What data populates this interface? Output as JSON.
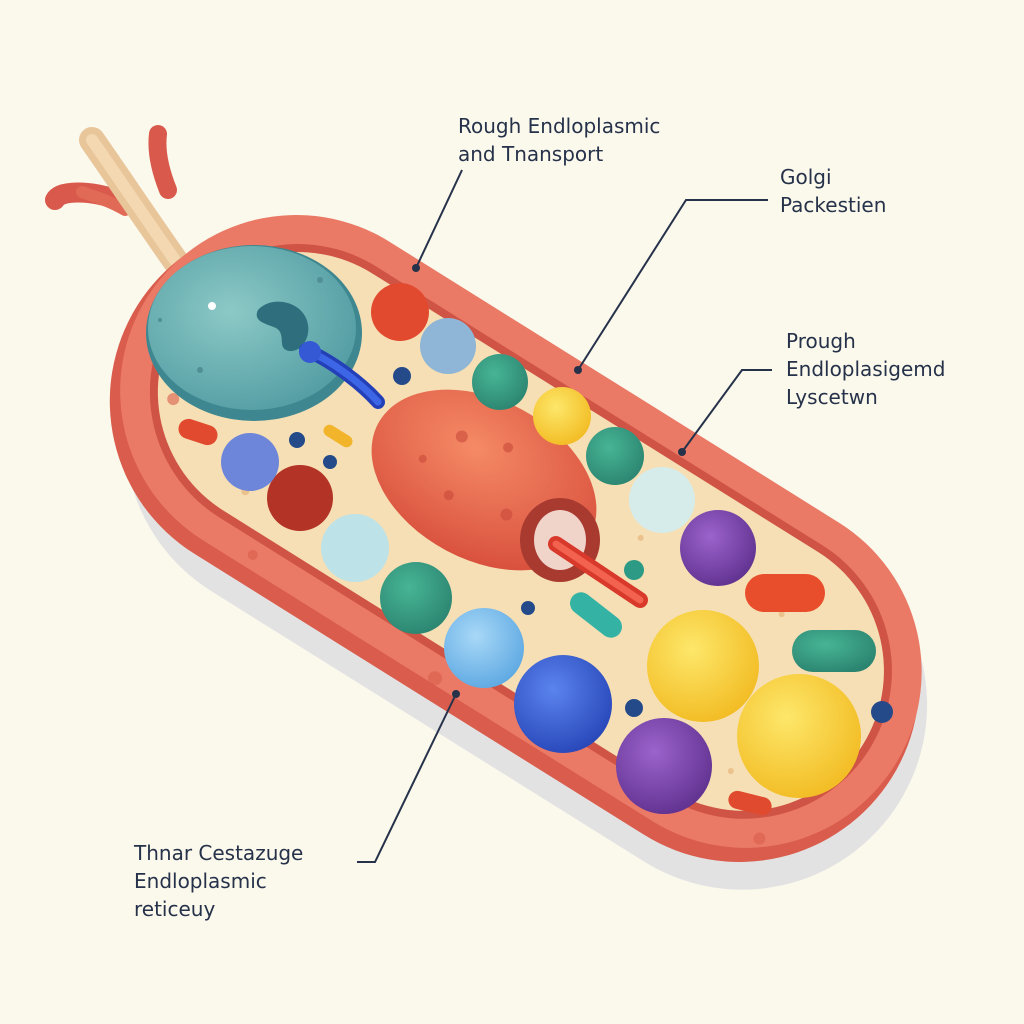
{
  "labels": [
    {
      "lines": [
        "Rough Endloplasmic",
        "and Tnansport"
      ]
    },
    {
      "lines": [
        "Golgi",
        "Packestien"
      ]
    },
    {
      "lines": [
        "Prough",
        "Endloplasigemd",
        "Lyscetwn"
      ]
    },
    {
      "lines": [
        "Thnar Cestazuge",
        "Endloplasmic",
        "reticeuy"
      ]
    }
  ],
  "colors": {
    "background": "#fbf8ec",
    "membrane": "#e86e5c",
    "membrane_dark": "#c94f45",
    "cytoplasm": "#f6dfb4",
    "nucleus": "#6fb2b3",
    "mitochondrion": "#ef6c4e",
    "leader_line": "#26324a"
  }
}
